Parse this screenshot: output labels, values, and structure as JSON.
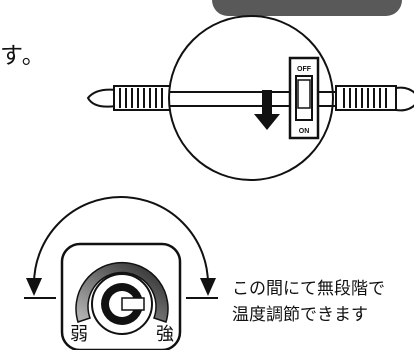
{
  "colors": {
    "pill": "#595959",
    "line": "#111111",
    "fill_dark": "#111111",
    "fill_gray": "#888888"
  },
  "heading_fragment": "す。",
  "switch": {
    "off_label": "OFF",
    "on_label": "ON",
    "arrow_icon": "arrow-down-icon"
  },
  "dial": {
    "weak_label": "弱",
    "strong_label": "強"
  },
  "caption": {
    "line1": "この間にて無段階で",
    "line2": "温度調節できます"
  }
}
